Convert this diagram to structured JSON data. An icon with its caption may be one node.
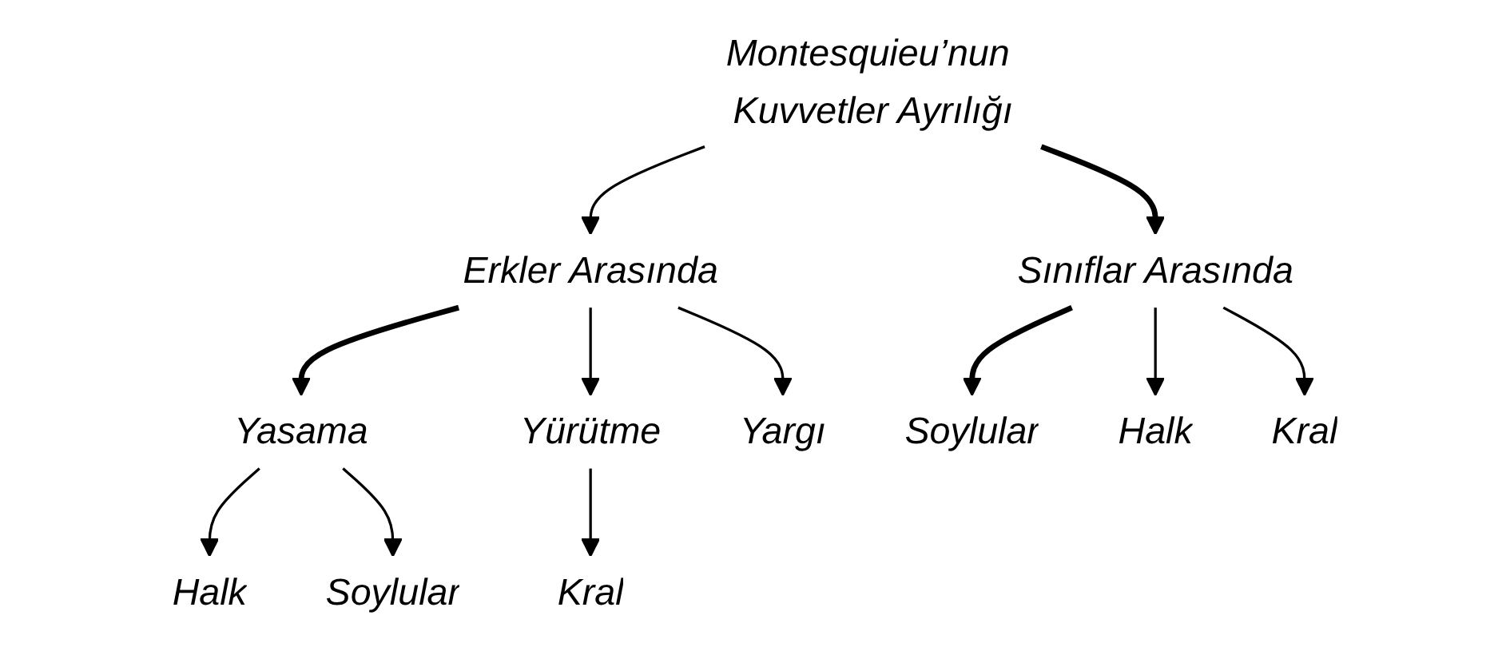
{
  "diagram": {
    "nodes": [
      {
        "text": [
          "Montesquieu’nun Kuvvetler Ayrılığı"
        ]
      },
      {
        "text": [
          "Erkler Arasında"
        ]
      },
      {
        "text": [
          "Sınıflar Arasında"
        ]
      },
      {
        "text": [
          "Yasama"
        ]
      },
      {
        "text": [
          "Yürütme"
        ]
      },
      {
        "text": [
          "Yargı"
        ]
      },
      {
        "text": [
          "Soylular"
        ]
      },
      {
        "text": [
          "Halk"
        ]
      },
      {
        "text": [
          "Kral"
        ]
      },
      {
        "text": [
          "Halk"
        ]
      },
      {
        "text": [
          "Soylular"
        ]
      },
      {
        "text": [
          "Kral"
        ]
      }
    ],
    "edges": [
      {
        "from": 0,
        "to": 1,
        "arrow": "to"
      },
      {
        "from": 0,
        "to": 2,
        "arrow": "to",
        "style": "thick"
      },
      {
        "from": 1,
        "to": 3,
        "arrow": "to",
        "style": "thick"
      },
      {
        "from": 1,
        "to": 4,
        "arrow": "to"
      },
      {
        "from": 1,
        "to": 5,
        "arrow": "to"
      },
      {
        "from": 2,
        "to": 6,
        "arrow": "to",
        "style": "thick"
      },
      {
        "from": 2,
        "to": 7,
        "arrow": "to"
      },
      {
        "from": 2,
        "to": 8,
        "arrow": "to"
      },
      {
        "from": 3,
        "to": 9,
        "arrow": "to"
      },
      {
        "from": 3,
        "to": 10,
        "arrow": "to"
      },
      {
        "from": 4,
        "to": 11,
        "arrow": "to"
      }
    ]
  }
}
